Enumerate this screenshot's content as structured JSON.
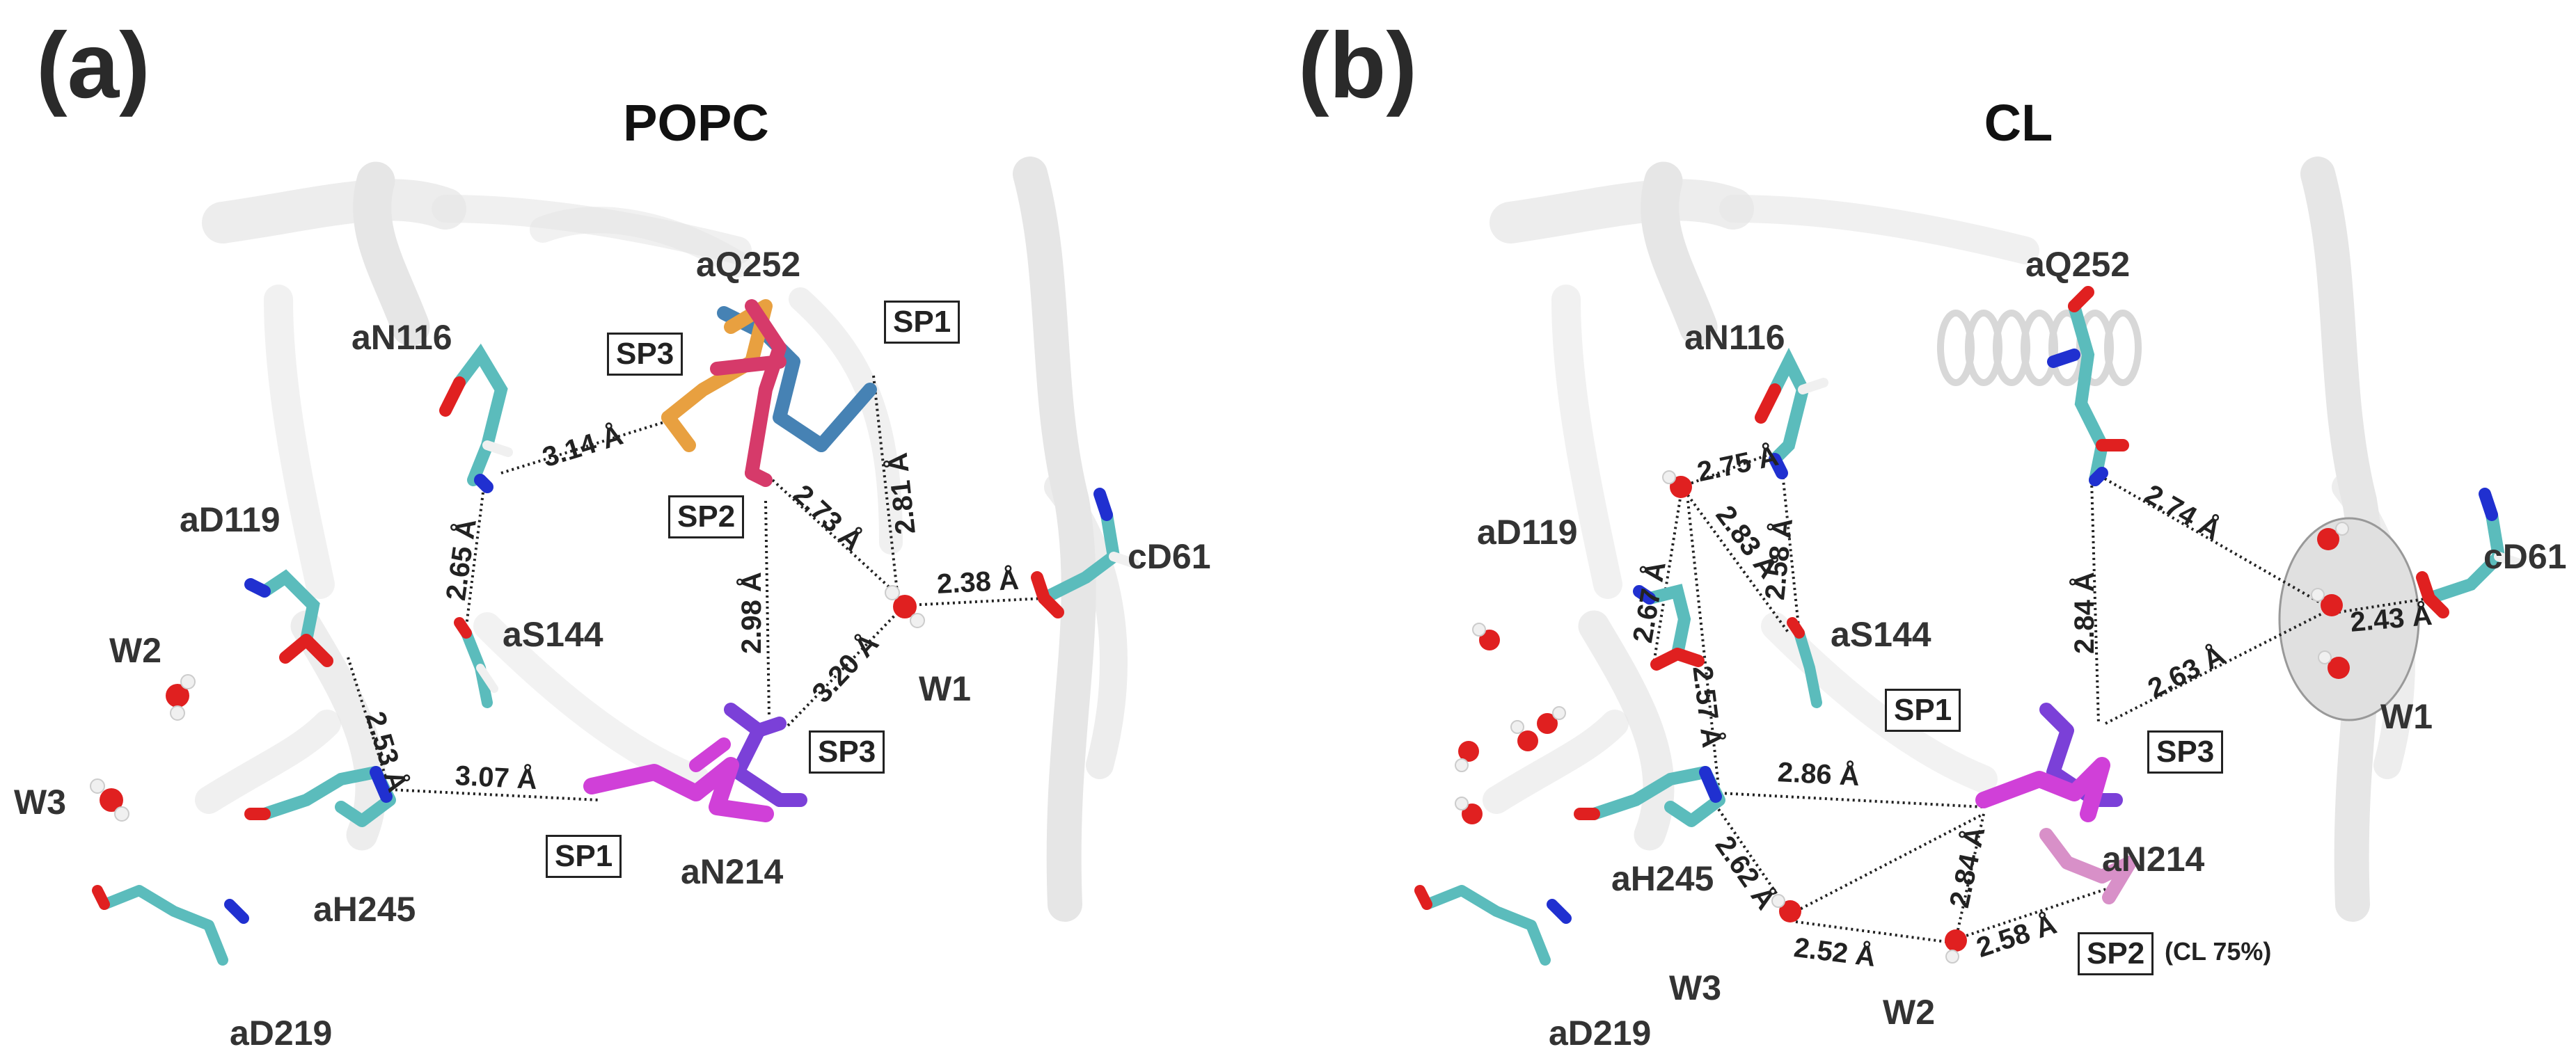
{
  "figure": {
    "panel_a": {
      "letter": "(a)",
      "title": "POPC",
      "residues": {
        "aN116": "aN116",
        "aQ252": "aQ252",
        "aD119": "aD119",
        "aS144": "aS144",
        "cD61": "cD61",
        "W1": "W1",
        "W2": "W2",
        "W3": "W3",
        "aH245": "aH245",
        "aN214": "aN214",
        "aD219": "aD219"
      },
      "boxes": {
        "sp1_top": "SP1",
        "sp3_top": "SP3",
        "sp2": "SP2",
        "sp3_bottom": "SP3",
        "sp1_bottom": "SP1"
      },
      "distances": {
        "d_314": "3.14 Å",
        "d_265": "2.65 Å",
        "d_281": "2.81 Å",
        "d_273": "2.73 Å",
        "d_238": "2.38 Å",
        "d_298": "2.98 Å",
        "d_320": "3.20 Å",
        "d_253": "2.53 Å",
        "d_307": "3.07 Å"
      }
    },
    "panel_b": {
      "letter": "(b)",
      "title": "CL",
      "residues": {
        "aN116": "aN116",
        "aQ252": "aQ252",
        "aD119": "aD119",
        "aS144": "aS144",
        "cD61": "cD61",
        "W1": "W1",
        "W2": "W2",
        "W3": "W3",
        "aH245": "aH245",
        "aN214": "aN214",
        "aD219": "aD219"
      },
      "boxes": {
        "sp1": "SP1",
        "sp3": "SP3",
        "sp2": "SP2"
      },
      "sp2_note": "(CL 75%)",
      "distances": {
        "d_275": "2.75 Å",
        "d_283": "2.83 Å",
        "d_258": "2.58 Å",
        "d_267": "2.67 Å",
        "d_257": "2.57 Å",
        "d_274": "2.74 Å",
        "d_284a": "2.84 Å",
        "d_263": "2.63 Å",
        "d_243": "2.43 Å",
        "d_286": "2.86 Å",
        "d_262": "2.62 Å",
        "d_284b": "2.84 Å",
        "d_252": "2.52 Å",
        "d_258b": "2.58 Å"
      }
    },
    "colors": {
      "carbon": "#5bbcbc",
      "oxygen": "#e02020",
      "nitrogen": "#2030d0",
      "hydrogen": "#f0f0f0",
      "sp1_popc": "#4682b4",
      "sp2": "#d63a6a",
      "sp3_popc": "#e8a040",
      "sp3_purple": "#7b40d8",
      "sp1_magenta": "#d040d8",
      "sp2_cl": "#d890c8",
      "ribbon": "#e8e8e8"
    }
  }
}
